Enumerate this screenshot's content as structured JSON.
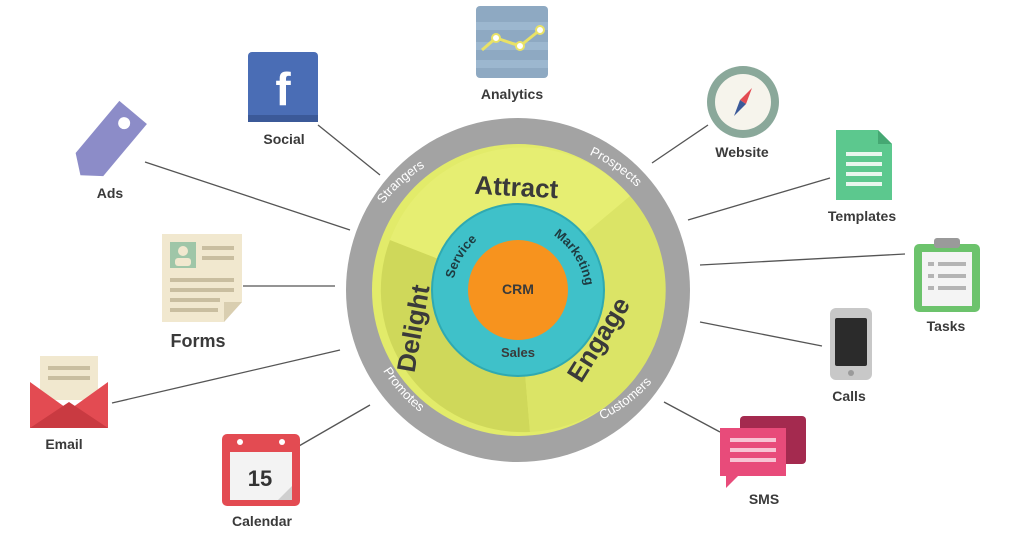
{
  "ring": {
    "outer": [
      "Strangers",
      "Prospects",
      "Customers",
      "Promotes"
    ],
    "stages": [
      "Attract",
      "Engage",
      "Delight"
    ],
    "inner": [
      "Marketing",
      "Sales",
      "Service"
    ],
    "core": "CRM"
  },
  "tools": {
    "analytics": "Analytics",
    "social": "Social",
    "ads": "Ads",
    "forms": "Forms",
    "email": "Email",
    "calendar": "Calendar",
    "calendar_day": "15",
    "website": "Website",
    "templates": "Templates",
    "tasks": "Tasks",
    "calls": "Calls",
    "sms": "SMS"
  },
  "colors": {
    "outer_ring": "#a3a3a3",
    "stage_ring": "#e2eb6a",
    "inner_ring": "#3fc1c9",
    "core": "#f7931e"
  }
}
